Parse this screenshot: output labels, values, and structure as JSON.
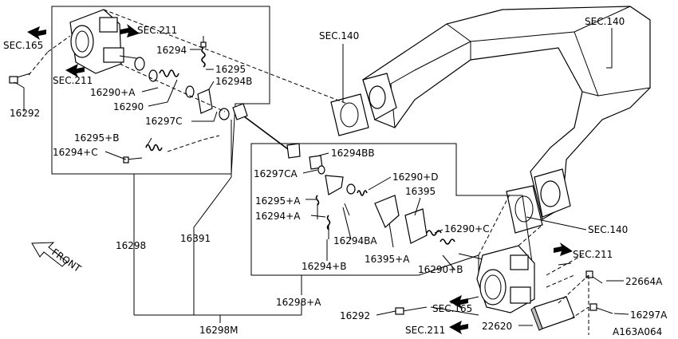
{
  "callouts": {
    "sec165_top": "SEC.165",
    "sec211_top_right": "SEC.211",
    "sec211_top_left": "SEC.211",
    "p16294": "16294",
    "p16295": "16295",
    "p16294B": "16294B",
    "p16290A": "16290+A",
    "p16290": "16290",
    "p16297C": "16297C",
    "p16292_top": "16292",
    "p16295B": "16295+B",
    "p16294C": "16294+C",
    "sec140_center": "SEC.140",
    "sec140_top": "SEC.140",
    "p16294BB": "16294BB",
    "p16297CA": "16297CA",
    "p16290D": "16290+D",
    "p16295A": "16295+A",
    "p16395": "16395",
    "p16294A": "16294+A",
    "p16294BA": "16294BA",
    "p16290C": "16290+C",
    "sec140_right": "SEC.140",
    "p16298": "16298",
    "p16391": "16391",
    "p16395A": "16395+A",
    "p16294B_plus": "16294+B",
    "p16290B": "16290+B",
    "sec211_right": "SEC.211",
    "p22664A": "22664A",
    "p16298A": "16298+A",
    "p16292_bottom": "16292",
    "sec165_bottom": "SEC.165",
    "p16297A": "16297A",
    "sec211_bottom": "SEC.211",
    "p22620": "22620",
    "p16298M": "16298M",
    "front": "FRONT",
    "diagram_id": "A163A064"
  }
}
